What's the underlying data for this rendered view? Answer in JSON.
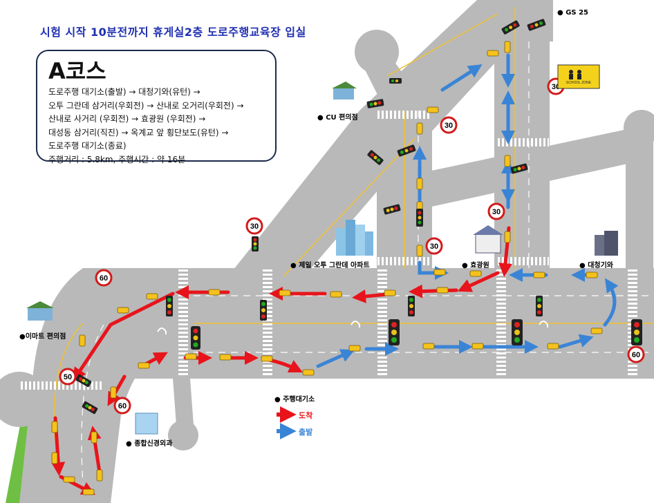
{
  "notice": "시험 시작 10분전까지 휴게실2층 도로주행교육장 입실",
  "course": {
    "title": "A코스",
    "lines": [
      "도로주행 대기소(출발) → 대청기와(유턴) →",
      "오투 그란데 삼거리(우회전) → 산내로 오거리(우회전) →",
      "산내로 사거리 (우회전) → 효광원 (우회전) →",
      "대성동 삼거리(직진) → 옥계교 앞 횡단보도(유턴) →",
      "도로주행 대기소(종료)"
    ],
    "summary": "주행거리 : 5.8km, 주행시간 : 약 16분"
  },
  "places": {
    "gs25": "● GS 25",
    "cu": "●   CU 편의점",
    "apartment": "● 제일 오투 그란데 아파트",
    "hyogwangwon": "● 효광원",
    "daecheong": "● 대청기와",
    "emart": "●이마트 편의점",
    "clinic": "● 종합신경외과",
    "waiting": "● 주행대기소"
  },
  "school_zone": "SCHOOL ZONE",
  "speed_limits": [
    "30",
    "30",
    "30",
    "30",
    "30",
    "60",
    "60",
    "50",
    "60"
  ],
  "legend": {
    "arrive_label": "도착",
    "depart_label": "출발",
    "arrive_color": "#e8141b",
    "depart_color": "#3a84d6"
  },
  "colors": {
    "road": "#b9b9b9",
    "text_notice": "#1f2fb0"
  }
}
